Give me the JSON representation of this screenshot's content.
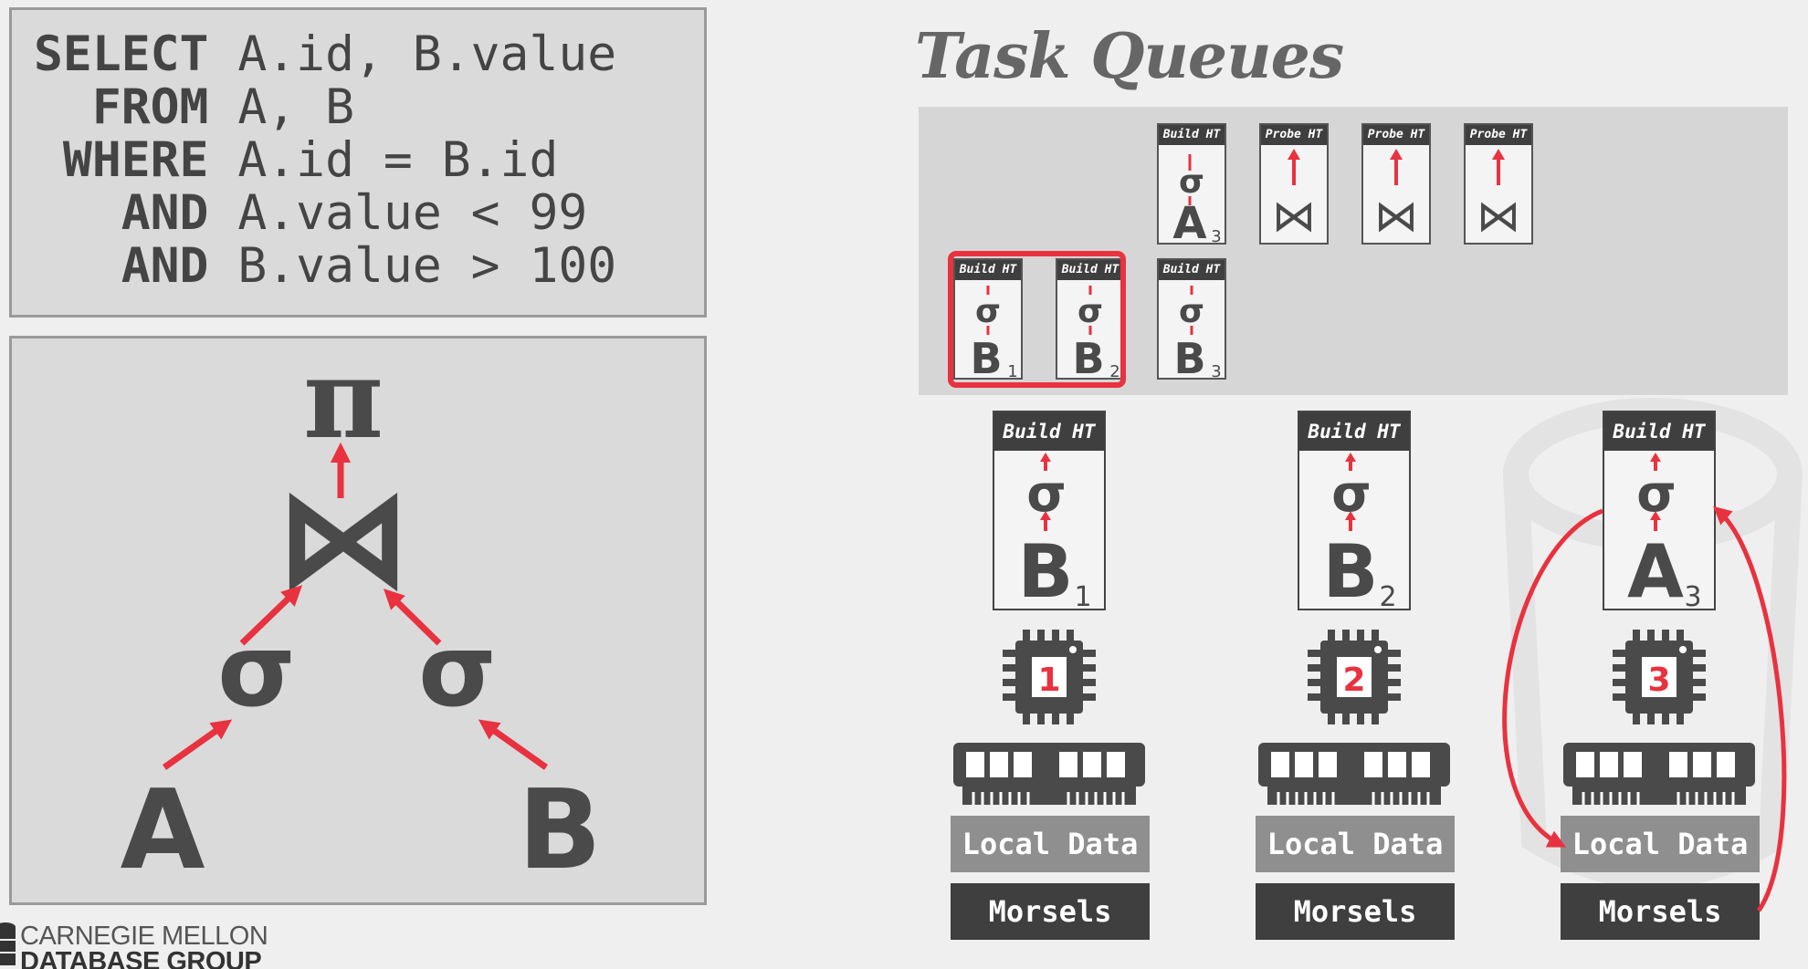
{
  "sql": {
    "line1_kw": "SELECT",
    "line1_rest": " A.id, B.value",
    "line2_kw": "  FROM",
    "line2_rest": " A, B",
    "line3_kw": " WHERE",
    "line3_rest": " A.id = B.id",
    "line4_kw": "   AND",
    "line4_rest": " A.value < 99",
    "line5_kw": "   AND",
    "line5_rest": " B.value > 100"
  },
  "plan": {
    "projection": "π",
    "join": "⋈",
    "select_left": "σ",
    "select_right": "σ",
    "table_left": "A",
    "table_right": "B"
  },
  "logo": {
    "line1": "CARNEGIE MELLON",
    "line2": "DATABASE GROUP"
  },
  "title": "Task Queues",
  "queue": {
    "top_row": [
      {
        "header": "Build HT",
        "op": "σ",
        "table": "A",
        "sub": "3"
      },
      {
        "header": "Probe HT",
        "op": "⋈"
      },
      {
        "header": "Probe HT",
        "op": "⋈"
      },
      {
        "header": "Probe HT",
        "op": "⋈"
      }
    ],
    "bottom_row": [
      {
        "header": "Build HT",
        "op": "σ",
        "table": "B",
        "sub": "1"
      },
      {
        "header": "Build HT",
        "op": "σ",
        "table": "B",
        "sub": "2"
      },
      {
        "header": "Build HT",
        "op": "σ",
        "table": "B",
        "sub": "3"
      }
    ]
  },
  "workers": [
    {
      "header": "Build HT",
      "op": "σ",
      "table": "B",
      "sub": "1",
      "core": "1",
      "local": "Local Data",
      "morsels": "Morsels"
    },
    {
      "header": "Build HT",
      "op": "σ",
      "table": "B",
      "sub": "2",
      "core": "2",
      "local": "Local Data",
      "morsels": "Morsels"
    },
    {
      "header": "Build HT",
      "op": "σ",
      "table": "A",
      "sub": "3",
      "core": "3",
      "local": "Local Data",
      "morsels": "Morsels"
    }
  ],
  "colors": {
    "accent": "#e8323f",
    "dark": "#3f3f3f",
    "panel": "#dadada"
  }
}
